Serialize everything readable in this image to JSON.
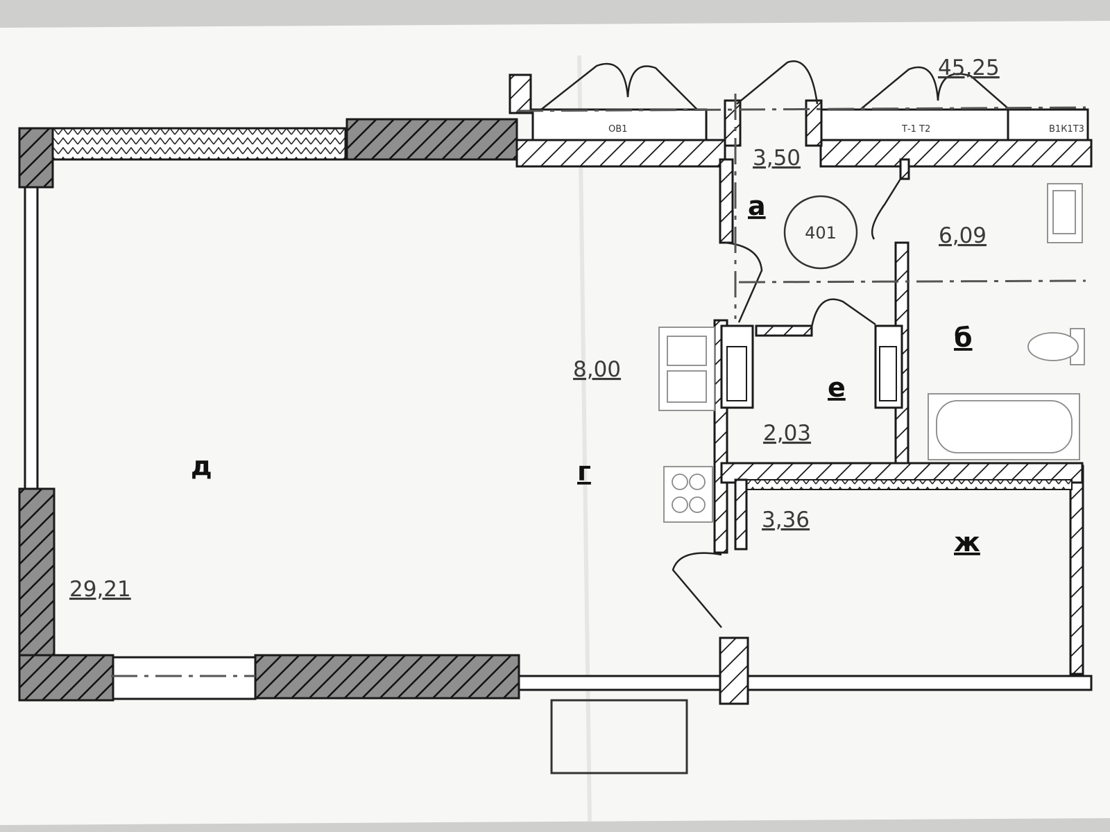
{
  "plan": {
    "apartment_number": "401",
    "top_area": "45,25",
    "rooms": [
      {
        "letter": "а",
        "area": "3,50"
      },
      {
        "letter": "б",
        "area": "6,09"
      },
      {
        "letter": "г",
        "area": "8,00"
      },
      {
        "letter": "д",
        "area": "29,21"
      },
      {
        "letter": "е",
        "area": "2,03"
      },
      {
        "letter": "ж",
        "area": "3,36"
      }
    ],
    "equipment_tags": [
      "ОВ1",
      "Т-1 Т2",
      "В1К1Т3"
    ]
  },
  "colors": {
    "paper": "#f7f7f5",
    "line": "#1a1a1a",
    "hatch": "#8d8d8d",
    "background": "#cfcfcd"
  }
}
